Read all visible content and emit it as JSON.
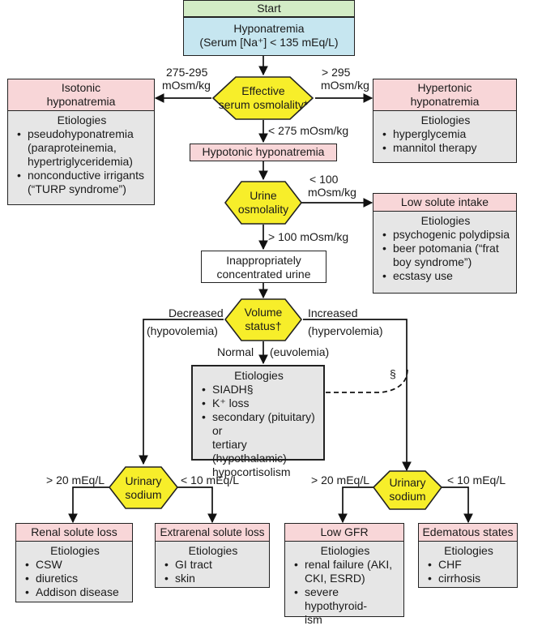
{
  "start": "Start",
  "hyponatremia": {
    "title": "Hyponatremia",
    "criteria": "(Serum [Na⁺] < 135 mEq/L)"
  },
  "effective_osmolality": {
    "line1": "Effective",
    "line2": "serum osmolality*"
  },
  "isotonic": {
    "title_line1": "Isotonic",
    "title_line2": "hyponatremia",
    "etiologies_label": "Etiologies",
    "items": [
      "pseudohyponatremia",
      "(paraproteinemia,",
      "hypertriglyceridemia)",
      "nonconductive irrigants",
      "(“TURP syndrome”)"
    ]
  },
  "hypertonic": {
    "title_line1": "Hypertonic",
    "title_line2": "hyponatremia",
    "etiologies_label": "Etiologies",
    "items": [
      "hyperglycemia",
      "mannitol therapy"
    ]
  },
  "hypotonic": "Hypotonic hyponatremia",
  "urine_osmolality": {
    "line1": "Urine",
    "line2": "osmolality"
  },
  "low_solute": {
    "title": "Low solute intake",
    "etiologies_label": "Etiologies",
    "items": [
      "psychogenic polydipsia",
      "beer potomania (“frat",
      "boy syndrome”)",
      "ecstasy use"
    ]
  },
  "inappropriate": {
    "line1": "Inappropriately",
    "line2": "concentrated urine"
  },
  "volume_status": {
    "line1": "Volume",
    "line2": "status†"
  },
  "euvolemia": {
    "etiologies_label": "Etiologies",
    "items": [
      "SIADH§",
      "K⁺ loss",
      "secondary (pituitary) or",
      "tertiary (hypothalamic)",
      "hypocortisolism"
    ]
  },
  "urinary_sodium_left": {
    "line1": "Urinary",
    "line2": "sodium"
  },
  "urinary_sodium_right": {
    "line1": "Urinary",
    "line2": "sodium"
  },
  "renal_loss": {
    "title": "Renal solute loss",
    "etiologies_label": "Etiologies",
    "items": [
      "CSW",
      "diuretics",
      "Addison disease"
    ]
  },
  "extrarenal_loss": {
    "title": "Extrarenal solute loss",
    "etiologies_label": "Etiologies",
    "items": [
      "GI tract",
      "skin"
    ]
  },
  "low_gfr": {
    "title": "Low GFR",
    "etiologies_label": "Etiologies",
    "items": [
      "renal failure (AKI,",
      "CKI, ESRD)",
      "severe hypothyroid-",
      "ism"
    ]
  },
  "edematous": {
    "title": "Edematous states",
    "etiologies_label": "Etiologies",
    "items": [
      "CHF",
      "cirrhosis"
    ]
  },
  "edge_labels": {
    "iso_range_1": "275-295",
    "iso_range_2": "mOsm/kg",
    "hyper_range_1": "> 295",
    "hyper_range_2": "mOsm/kg",
    "hypo_range": "< 275 mOsm/kg",
    "low_urine_1": "< 100",
    "low_urine_2": "mOsm/kg",
    "high_urine": "> 100 mOsm/kg",
    "decreased": "Decreased",
    "hypovolemia": "(hypovolemia)",
    "increased": "Increased",
    "hypervolemia": "(hypervolemia)",
    "normal": "Normal",
    "euvolemia": "(euvolemia)",
    "section": "§",
    "left_gt20": "> 20 mEq/L",
    "left_lt10": "< 10 mEq/L",
    "right_gt20": "> 20 mEq/L",
    "right_lt10": "< 10 mEq/L"
  },
  "colors": {
    "start": "#d3ecc6",
    "blue": "#c6e6f0",
    "pink": "#f8d6d8",
    "grey": "#e6e6e6",
    "hexagon": "#f7ee2a"
  }
}
